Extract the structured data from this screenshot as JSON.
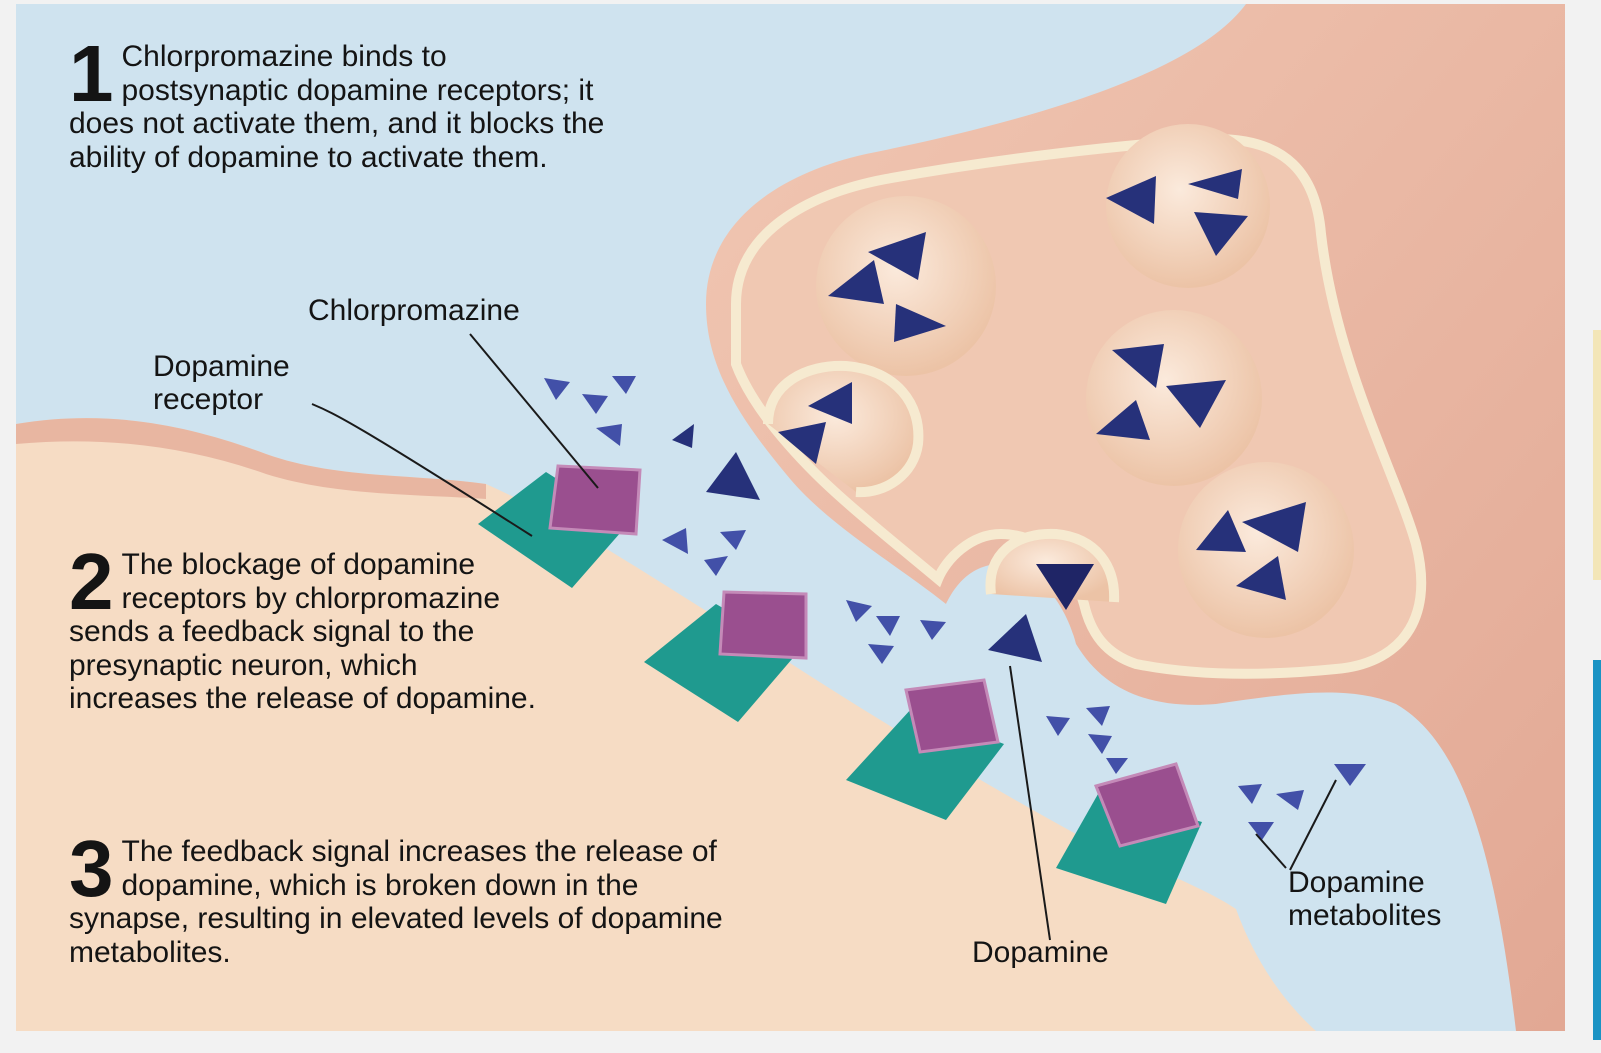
{
  "steps": [
    {
      "number": "1",
      "text": "Chlorpromazine binds to postsynaptic dopamine receptors; it does not activate them, and it blocks the ability of dopamine to activate them."
    },
    {
      "number": "2",
      "text": "The blockage of dopamine receptors by chlorpromazine sends a feedback signal to the presynaptic neuron, which increases the release of dopamine."
    },
    {
      "number": "3",
      "text": "The feedback signal increases the release of dopamine, which is broken down in the synapse, resulting in elevated levels of dopamine metabolites."
    }
  ],
  "labels": {
    "chlorpromazine": "Chlorpromazine",
    "dopamine_receptor": "Dopamine\nreceptor",
    "dopamine": "Dopamine",
    "dopamine_metabolites": "Dopamine\nmetabolites"
  },
  "colors": {
    "synaptic_cleft": "#cfe3ef",
    "postsynaptic_neuron": "#f6dcc4",
    "presynaptic_neuron": "#eec0ae",
    "membrane": "#f6ead0",
    "receptor": "#1f9a8f",
    "chlorpromazine": "#9a4f8f",
    "dopamine": "#26317a",
    "metabolite": "#4250a8"
  }
}
